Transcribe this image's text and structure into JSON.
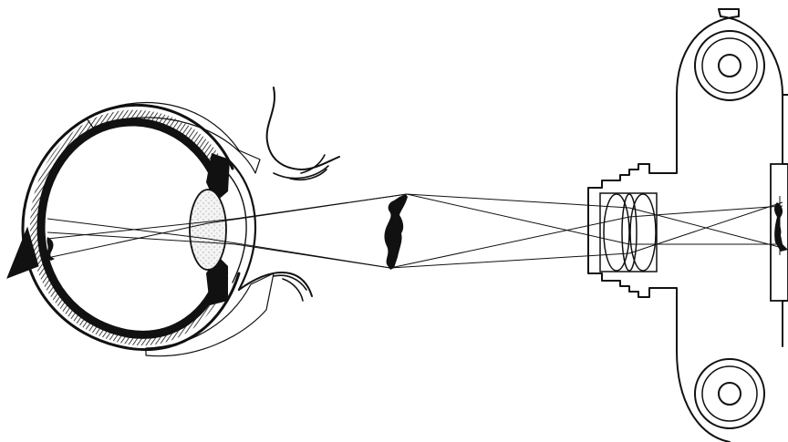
{
  "colors": {
    "ink": "#111111",
    "background": "#ffffff",
    "lens_fill": "#f4f4f4"
  },
  "components": [
    {
      "id": "eye",
      "icon": "eye-cross-section-icon"
    },
    {
      "id": "object",
      "icon": "standing-figure-icon"
    },
    {
      "id": "camera",
      "icon": "camera-cross-section-icon"
    }
  ]
}
